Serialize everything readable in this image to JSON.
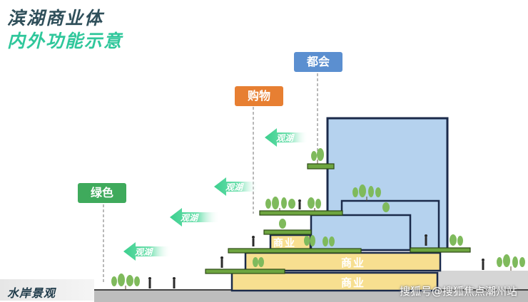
{
  "title": "滨湖商业体",
  "subtitle": "内外功能示意",
  "tags": {
    "dushi": "都会",
    "gouwu": "购物",
    "lvse": "绿色"
  },
  "arrows": {
    "label": "观湖",
    "count": 4
  },
  "blocks": {
    "top": "商业",
    "middle": "商业",
    "bottom": "商业"
  },
  "shoreline": "水岸景观",
  "watermark": "搜狐号@搜狐焦点潮州站",
  "colors": {
    "tower": "#b5d2ee",
    "retail": "#f7df90",
    "outline": "#1b2a4a",
    "green": "#6ea540",
    "arrow": "#55d39e"
  }
}
